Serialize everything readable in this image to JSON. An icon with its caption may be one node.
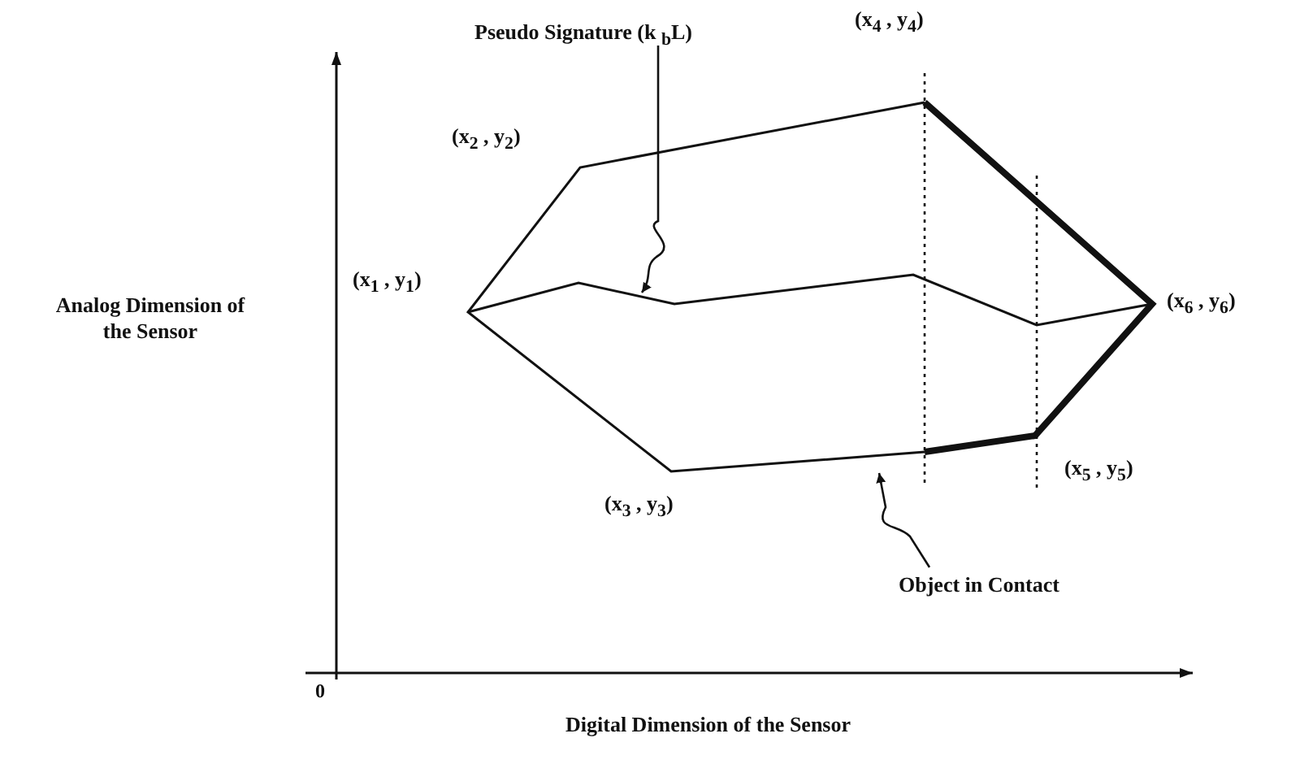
{
  "diagram": {
    "nodes": [
      {
        "text": [
          "Pseudo Signature (k $_{b}$L)"
        ]
      },
      {
        "text": [
          "Object in Contact"
        ]
      }
    ],
    "edges": [
      {
        "from": 0,
        "to": null,
        "arrow": "to"
      },
      {
        "from": 1,
        "to": null,
        "arrow": "to"
      }
    ],
    "labels": [
      "(x$_{4}$ , y$_{4}$)",
      "(x$_{2}$ , y$_{2}$)",
      "(x$_{1}$ , y$_{1}$)",
      "(x$_{6}$ , y$_{6}$)",
      "Analog Dimension of the Sensor",
      "(x$_{5}$ , y$_{5}$)",
      "(x$_{3}$ , y$_{3}$)",
      "0",
      "Digital Dimension of the Sensor"
    ]
  }
}
